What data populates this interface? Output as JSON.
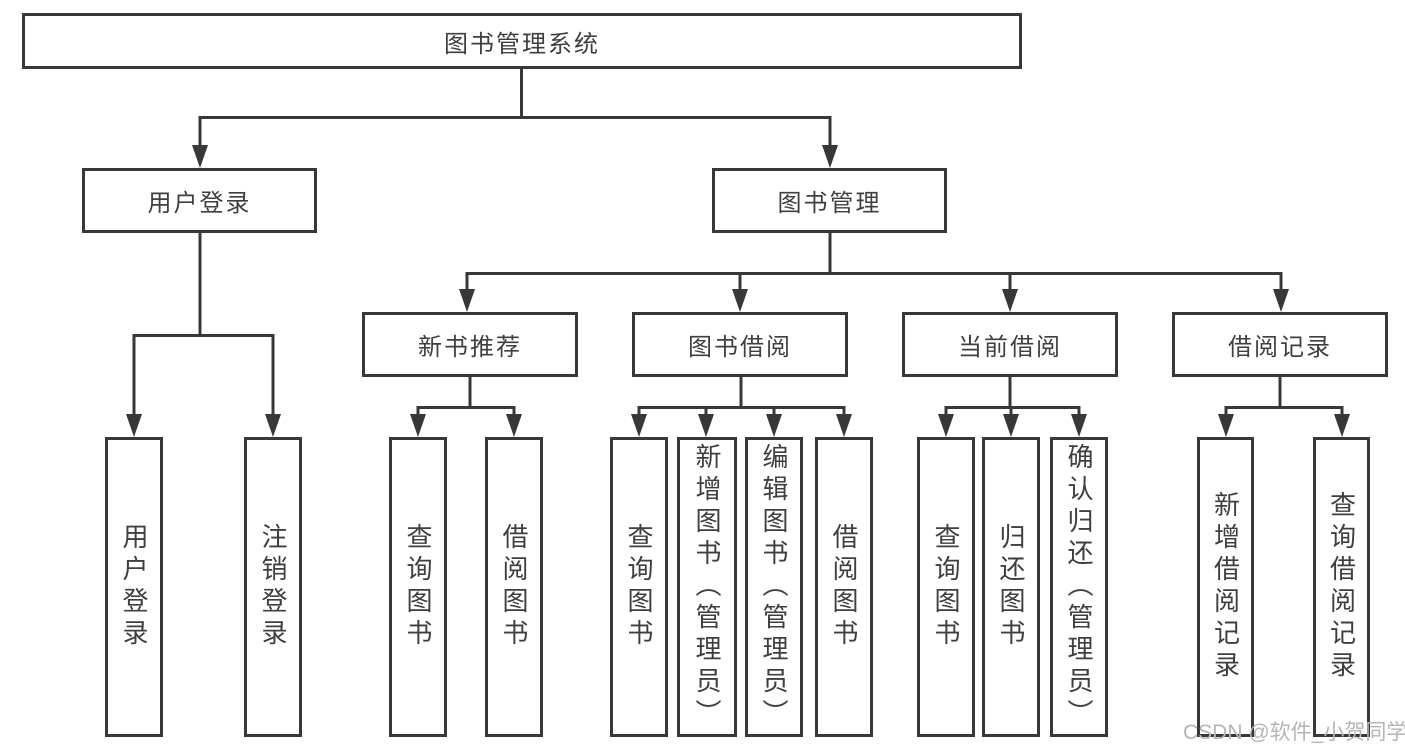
{
  "diagram_title": "图书管理系统",
  "nodes": {
    "root": "图书管理系统",
    "user_login": "用户登录",
    "book_mgmt": "图书管理",
    "new_book_rec": "新书推荐",
    "book_borrow": "图书借阅",
    "current_borrow": "当前借阅",
    "borrow_record": "借阅记录",
    "leaf_user_login": "用户登录",
    "leaf_logout": "注销登录",
    "leaf_query_book_newrec": "查询图书",
    "leaf_borrow_book_newrec": "借阅图书",
    "leaf_query_book_borrow": "查询图书",
    "leaf_add_book_admin": "新增图书（管理员）",
    "leaf_edit_book_admin": "编辑图书（管理员）",
    "leaf_borrow_book": "借阅图书",
    "leaf_query_book_current": "查询图书",
    "leaf_return_book": "归还图书",
    "leaf_confirm_return_admin": "确认归还（管理员）",
    "leaf_add_borrow_record": "新增借阅记录",
    "leaf_query_borrow_record": "查询借阅记录"
  },
  "watermark": "CSDN @软件_小贺同学",
  "colors": {
    "line": "#383838",
    "box_border": "#383838",
    "text": "#3f3f3f",
    "watermark": "#b5b5b5",
    "background": "#ffffff"
  },
  "hierarchy": {
    "图书管理系统": {
      "用户登录": [
        "用户登录",
        "注销登录"
      ],
      "图书管理": {
        "新书推荐": [
          "查询图书",
          "借阅图书"
        ],
        "图书借阅": [
          "查询图书",
          "新增图书（管理员）",
          "编辑图书（管理员）",
          "借阅图书"
        ],
        "当前借阅": [
          "查询图书",
          "归还图书",
          "确认归还（管理员）"
        ],
        "借阅记录": [
          "新增借阅记录",
          "查询借阅记录"
        ]
      }
    }
  }
}
